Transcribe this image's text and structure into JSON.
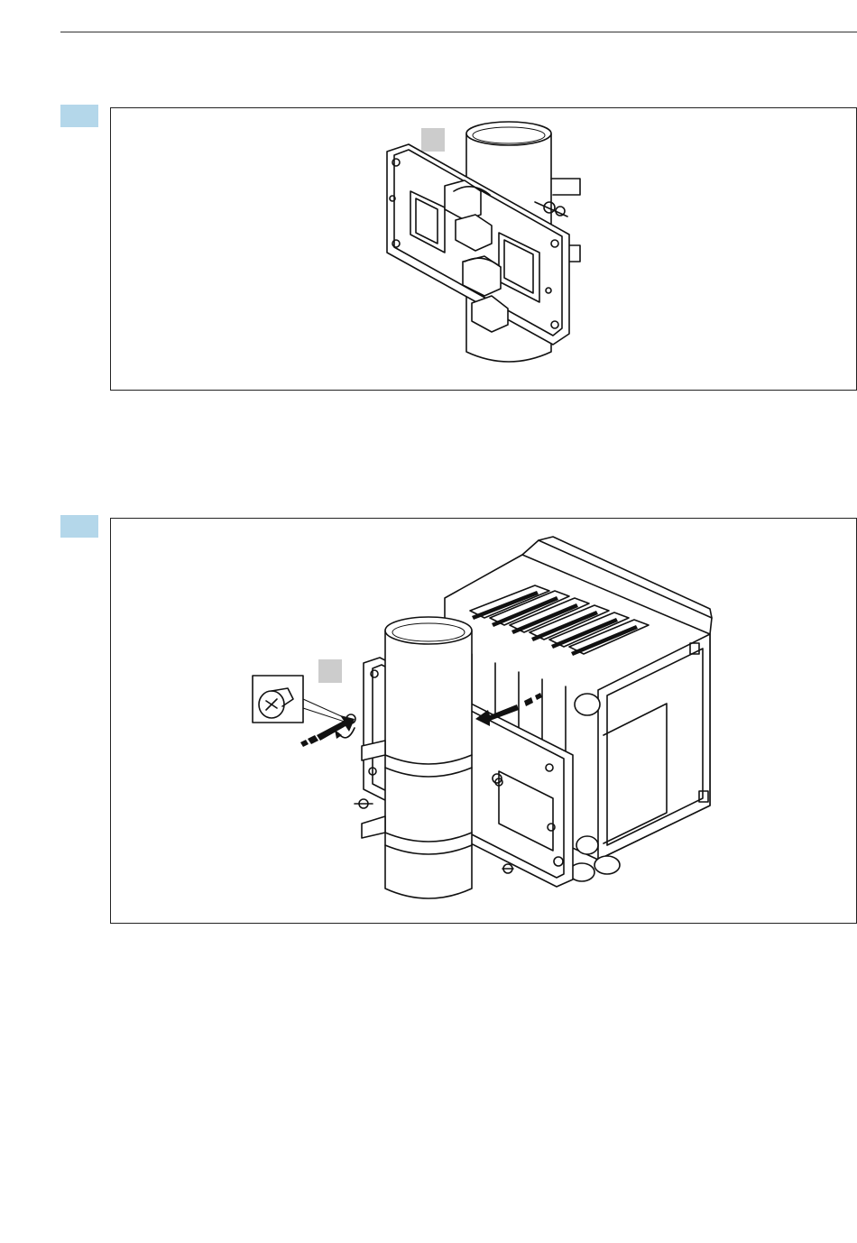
{
  "figures": [
    {
      "id": "figure-1",
      "description_text": ""
    },
    {
      "id": "figure-2",
      "description_text": ""
    }
  ],
  "colors": {
    "step_marker": "#b4d7ea",
    "callout": "#cccccc",
    "line": "#111111"
  },
  "icons": [
    "pipe-illustration",
    "mounting-plate-illustration",
    "screw-detail-icon",
    "arrow-icon",
    "housing-illustration"
  ]
}
